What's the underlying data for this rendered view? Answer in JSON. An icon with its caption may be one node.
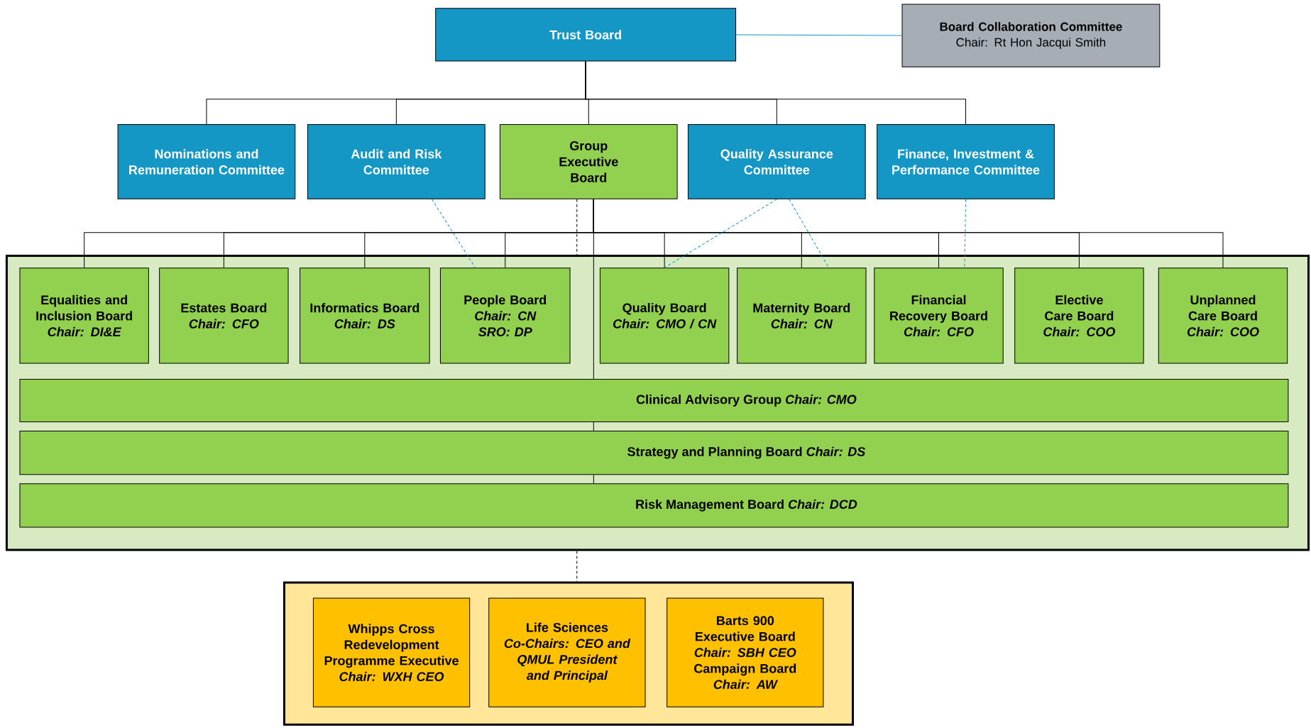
{
  "diagram": {
    "nodes": [
      {
        "text": [
          "Trust Board"
        ]
      },
      {
        "text": [
          "Board Collaboration Committee",
          "Chair: Rt Hon Jacqui Smith"
        ]
      },
      {
        "text": [
          "Nominations and Remuneration Committee"
        ]
      },
      {
        "text": [
          "Audit and Risk Committee"
        ]
      },
      {
        "text": [
          "Group Executive Board"
        ]
      },
      {
        "text": [
          "Quality Assurance Committee"
        ]
      },
      {
        "text": [
          "Finance, Investment & Performance Committee"
        ]
      },
      {
        "text": [],
        "shape": "box"
      },
      {
        "text": [
          "Equalities and Inclusion Board",
          "Chair: DI&E"
        ],
        "in": 7
      },
      {
        "text": [
          "Estates Board",
          "Chair: CFO"
        ],
        "in": 7
      },
      {
        "text": [
          "Informatics Board",
          "Chair: DS"
        ],
        "in": 7
      },
      {
        "text": [
          "People Board",
          "Chair: CN",
          "SRO: DP"
        ],
        "in": 7
      },
      {
        "text": [
          "Quality Board",
          "Chair: CMO / CN"
        ],
        "in": 7
      },
      {
        "text": [
          "Maternity Board",
          "Chair: CN"
        ],
        "in": 7
      },
      {
        "text": [
          "Financial Recovery Board",
          "Chair: CFO"
        ],
        "in": 7
      },
      {
        "text": [
          "Elective Care Board",
          "Chair: COO"
        ],
        "in": 7
      },
      {
        "text": [
          "Unplanned Care Board",
          "Chair: COO"
        ],
        "in": 7
      },
      {
        "text": [
          "Clinical Advisory Group",
          "Chair: CMO"
        ],
        "in": 7
      },
      {
        "text": [
          "Strategy and Planning Board",
          "Chair: DS"
        ],
        "in": 7
      },
      {
        "text": [
          "Risk Management Board",
          "Chair: DCD"
        ],
        "in": 7
      },
      {
        "text": [],
        "shape": "box"
      },
      {
        "text": [
          "Whipps Cross Redevelopment Programme Executive",
          "Chair: WXH CEO"
        ],
        "in": 20
      },
      {
        "text": [
          "Life Sciences",
          "Co-Chairs: CEO and QMUL President and Principal"
        ],
        "in": 20
      },
      {
        "text": [
          "Barts 900 Executive Board",
          "Chair: SBH CEO",
          "Campaign Board",
          "Chair: AW"
        ],
        "in": 20
      }
    ],
    "edges": [
      {
        "from": 0,
        "to": 1,
        "arrow": "none",
        "color": "#1597c6"
      },
      {
        "from": 0,
        "to": 2,
        "arrow": "none"
      },
      {
        "from": 0,
        "to": 3,
        "arrow": "none"
      },
      {
        "from": 0,
        "to": 4,
        "arrow": "none"
      },
      {
        "from": 0,
        "to": 5,
        "arrow": "none"
      },
      {
        "from": 0,
        "to": 6,
        "arrow": "none"
      },
      {
        "from": 4,
        "to": 8,
        "arrow": "none"
      },
      {
        "from": 4,
        "to": 9,
        "arrow": "none"
      },
      {
        "from": 4,
        "to": 10,
        "arrow": "none"
      },
      {
        "from": 4,
        "to": 11,
        "arrow": "none"
      },
      {
        "from": 4,
        "to": 12,
        "arrow": "none"
      },
      {
        "from": 4,
        "to": 13,
        "arrow": "none"
      },
      {
        "from": 4,
        "to": 14,
        "arrow": "none"
      },
      {
        "from": 4,
        "to": 15,
        "arrow": "none"
      },
      {
        "from": 4,
        "to": 16,
        "arrow": "none"
      },
      {
        "from": 4,
        "to": 17,
        "arrow": "none"
      },
      {
        "from": 17,
        "to": 18,
        "arrow": "none"
      },
      {
        "from": 18,
        "to": 19,
        "arrow": "none"
      },
      {
        "from": 3,
        "to": 11,
        "arrow": "none",
        "style": "dashed",
        "color": "#1597c6"
      },
      {
        "from": 5,
        "to": 12,
        "arrow": "none",
        "style": "dashed",
        "color": "#1597c6"
      },
      {
        "from": 5,
        "to": 13,
        "arrow": "none",
        "style": "dashed",
        "color": "#1597c6"
      },
      {
        "from": 6,
        "to": 14,
        "arrow": "none",
        "style": "dashed",
        "color": "#1597c6"
      },
      {
        "from": 4,
        "to": 7,
        "arrow": "none",
        "style": "dashed"
      },
      {
        "from": 7,
        "to": 20,
        "arrow": "none",
        "style": "dashed"
      }
    ]
  }
}
